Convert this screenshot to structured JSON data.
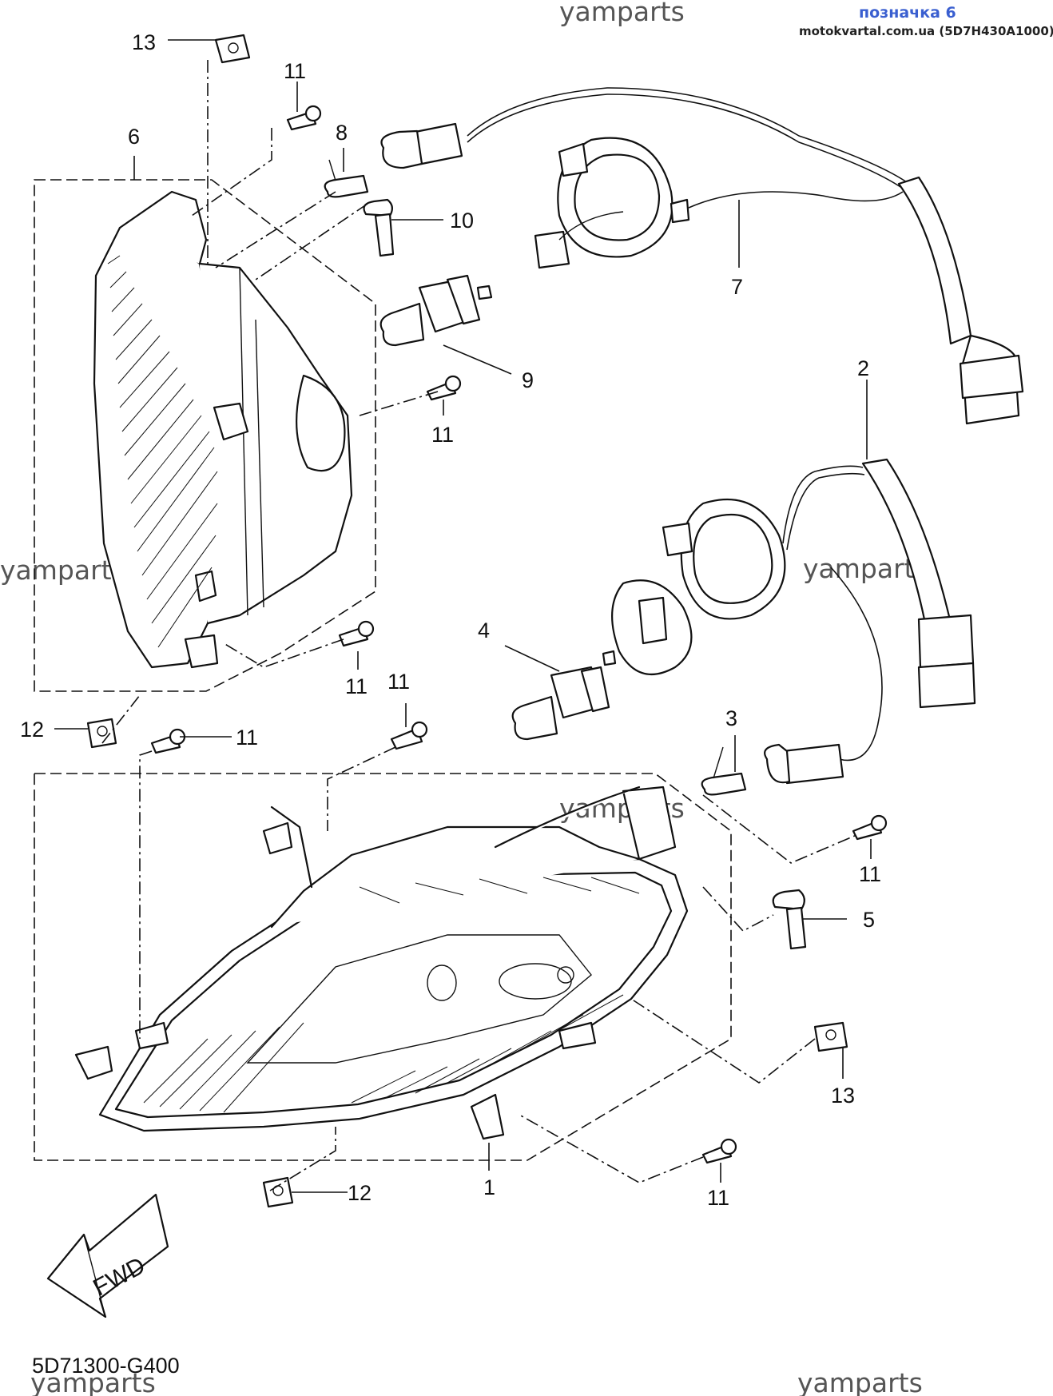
{
  "watermarks": {
    "yamparts": "yamparts",
    "ua_badge": "позначка 6",
    "ua_site": "motokvartal.com.ua (5D7H430A1000)"
  },
  "diagram_code": "5D71300-G400",
  "direction_label": "FWD",
  "callouts": {
    "c1": "1",
    "c2": "2",
    "c3": "3",
    "c4": "4",
    "c5": "5",
    "c6": "6",
    "c7": "7",
    "c8": "8",
    "c9": "9",
    "c10": "10",
    "c11": "11",
    "c12": "12",
    "c13": "13"
  }
}
